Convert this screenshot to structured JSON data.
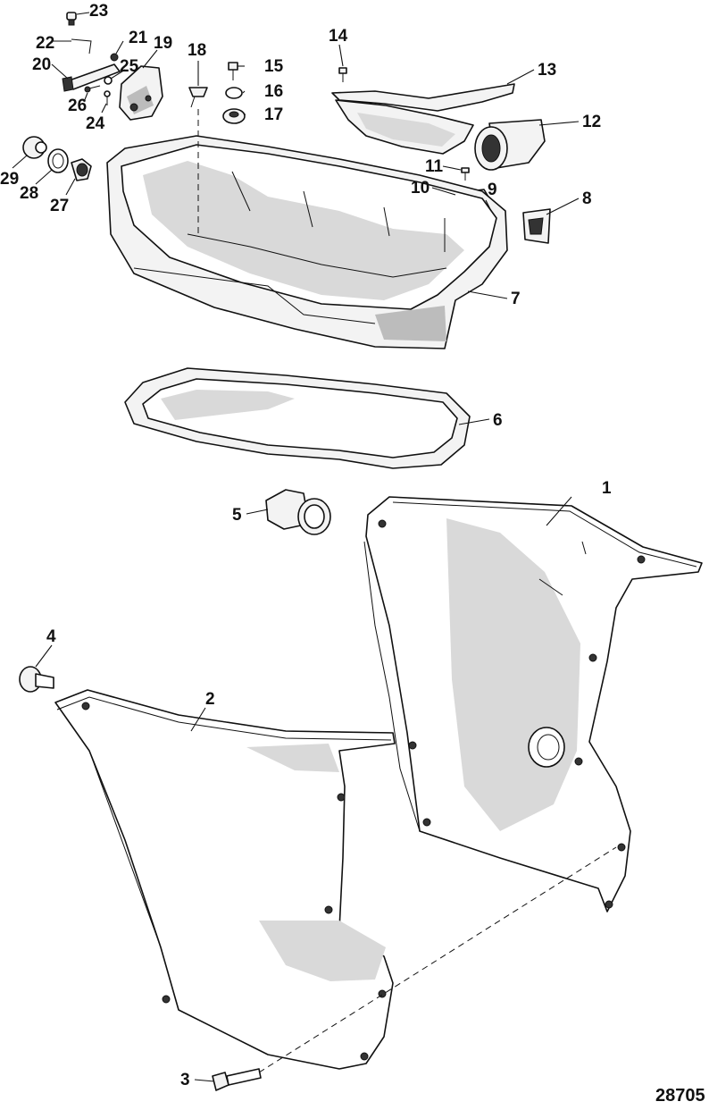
{
  "figure_number": "28705",
  "callouts": [
    "1",
    "2",
    "3",
    "4",
    "5",
    "6",
    "7",
    "8",
    "9",
    "10",
    "11",
    "12",
    "13",
    "14",
    "15",
    "16",
    "17",
    "18",
    "19",
    "20",
    "21",
    "22",
    "23",
    "24",
    "25",
    "26",
    "27",
    "28",
    "29"
  ]
}
